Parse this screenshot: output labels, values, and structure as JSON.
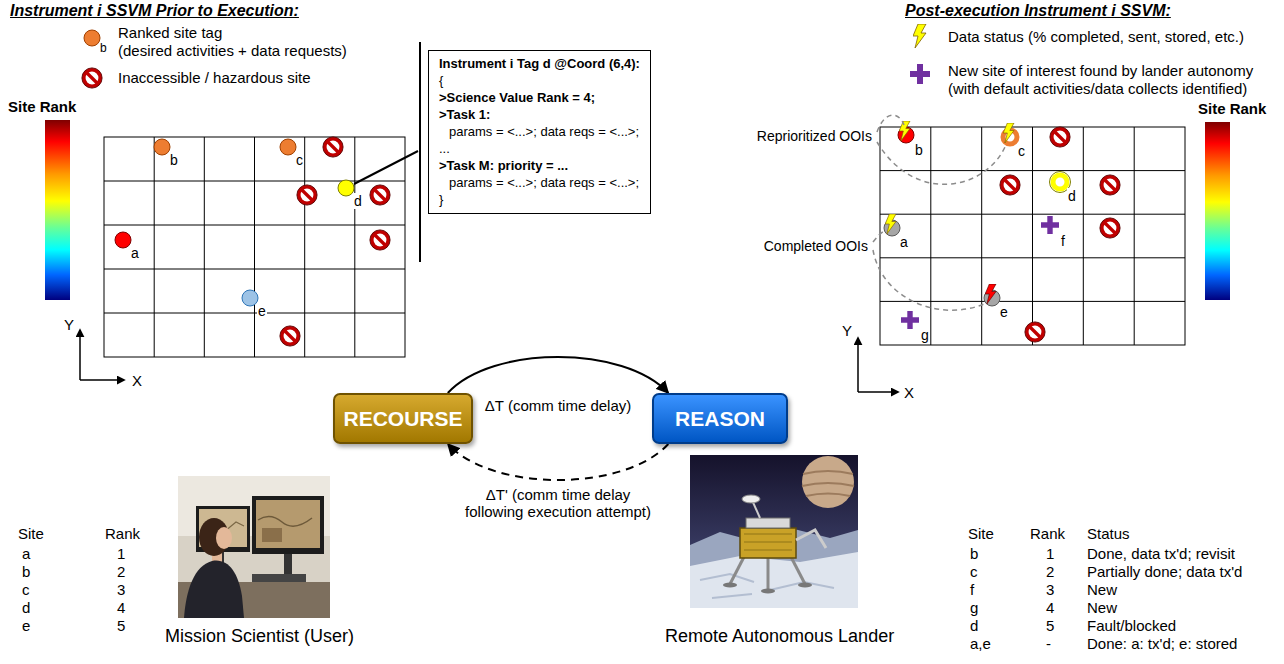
{
  "diagram": {
    "nodes": [
      {
        "text": [
          "Instrument i Tag d @Coord (6,4):",
          "{",
          ">Science Value Rank = 4;",
          ">Task 1:",
          "params = <...>; data reqs = <...>;",
          "...",
          ">Task M: priority = ...",
          "params = <...>; data reqs = <...>;",
          "}"
        ]
      },
      {
        "text": [
          "RECOURSE"
        ]
      },
      {
        "text": [
          "REASON"
        ]
      }
    ],
    "edges": [
      {
        "from": 1,
        "to": 2,
        "arrow": "to",
        "label": "ΔT (comm time delay)"
      },
      {
        "from": 2,
        "to": 1,
        "arrow": "to",
        "label": "ΔT' (comm time delay following execution attempt)"
      }
    ],
    "labels": [
      "Instrument i SSVM Prior to Execution:",
      "b",
      "(desired activities + data requests)",
      "Site Rank",
      "b",
      "c",
      "d",
      "a",
      "e",
      "Y",
      "X",
      "Post-execution Instrument i SSVM:",
      "(with default activities/data collects identified)",
      "Site Rank",
      "Reprioritized OOIs",
      "Completed OOIs",
      "b",
      "c",
      "d",
      "a",
      "f",
      "e",
      "g",
      "Y",
      "X",
      "Site",
      "Rank",
      "a",
      "1",
      "b",
      "2",
      "c",
      "3",
      "d",
      "4",
      "e",
      "5",
      "Mission Scientist (User)",
      "Site",
      "Rank",
      "Status",
      "b",
      "1",
      "Done, data tx'd; revisit",
      "c",
      "2",
      "Partially done; data tx'd",
      "f",
      "3",
      "New",
      "g",
      "4",
      "New",
      "d",
      "5",
      "Fault/blocked",
      "a,e",
      "-",
      "Done: a: tx'd; e: stored",
      "Remote Autonomous Lander"
    ],
    "legend": [
      {
        "text": "Ranked site tag"
      },
      {
        "text": "Inaccessible / hazardous site"
      },
      {
        "text": "Data status (% completed, sent, stored, etc.)"
      },
      {
        "text": "New site of interest found by lander autonomy"
      }
    ]
  }
}
